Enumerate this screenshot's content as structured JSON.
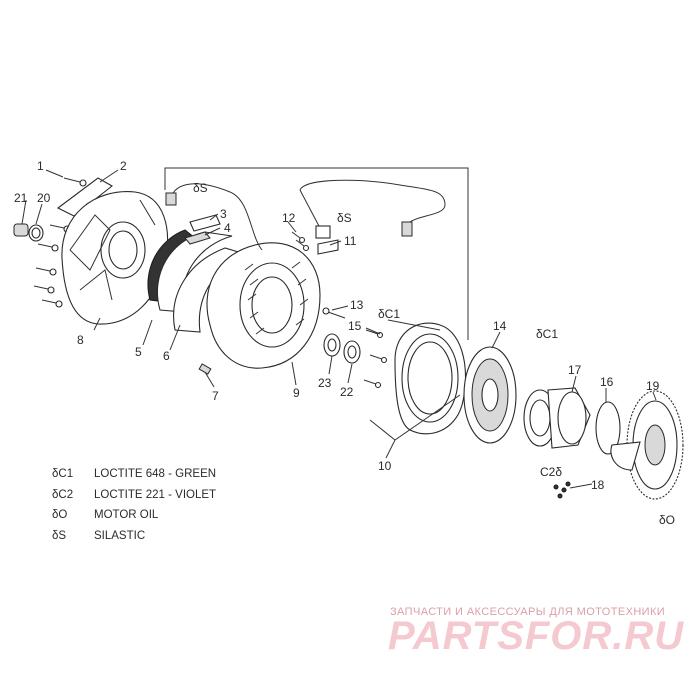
{
  "callouts": [
    {
      "id": "1",
      "text": "1"
    },
    {
      "id": "2",
      "text": "2"
    },
    {
      "id": "3",
      "text": "3"
    },
    {
      "id": "4",
      "text": "4"
    },
    {
      "id": "5",
      "text": "5"
    },
    {
      "id": "6",
      "text": "6"
    },
    {
      "id": "7",
      "text": "7"
    },
    {
      "id": "8",
      "text": "8"
    },
    {
      "id": "9",
      "text": "9"
    },
    {
      "id": "10",
      "text": "10"
    },
    {
      "id": "11",
      "text": "11"
    },
    {
      "id": "12",
      "text": "12"
    },
    {
      "id": "13",
      "text": "13"
    },
    {
      "id": "14",
      "text": "14"
    },
    {
      "id": "15",
      "text": "15"
    },
    {
      "id": "16",
      "text": "16"
    },
    {
      "id": "17",
      "text": "17"
    },
    {
      "id": "18",
      "text": "18"
    },
    {
      "id": "19",
      "text": "19"
    },
    {
      "id": "20",
      "text": "20"
    },
    {
      "id": "21",
      "text": "21"
    },
    {
      "id": "22",
      "text": "22"
    },
    {
      "id": "23",
      "text": "23"
    }
  ],
  "tags": {
    "s_cable": "δS",
    "s_sensor": "δS",
    "c1_bolt": "δC1",
    "c1_flywheel": "δC1",
    "c2_pins": "C2δ",
    "o_gear": "δO"
  },
  "legend": [
    {
      "symbol": "δC1",
      "text": "LOCTITE 648 - GREEN"
    },
    {
      "symbol": "δC2",
      "text": "LOCTITE 221 - VIOLET"
    },
    {
      "symbol": "δO",
      "text": "MOTOR OIL"
    },
    {
      "symbol": "δS",
      "text": "SILASTIC"
    }
  ],
  "watermark": {
    "subtitle": "ЗАПЧАСТИ И АКСЕССУАРЫ ДЛЯ МОТОТЕХНИКИ",
    "logo": "PARTSFOR.RU"
  }
}
